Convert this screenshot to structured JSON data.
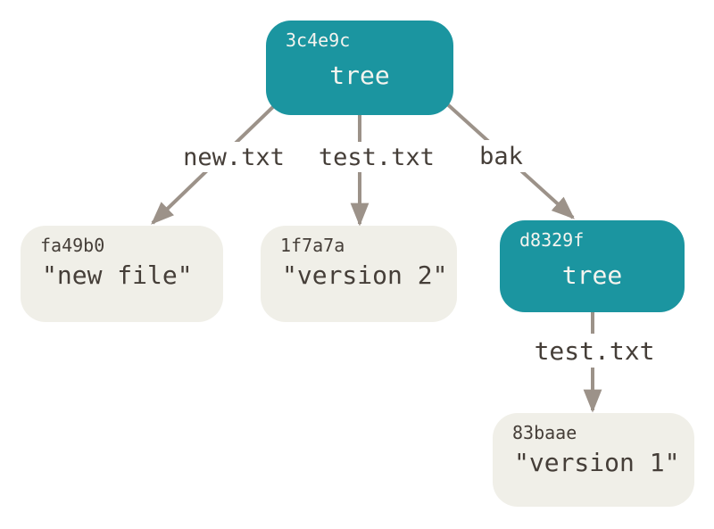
{
  "colors": {
    "tree_fill": "#1b95a0",
    "blob_fill": "#f0efe8",
    "label_bg": "#ffffff",
    "arrow": "#9c9289",
    "text_dark": "#453e38",
    "text_light": "#f5f4ef"
  },
  "nodes": [
    {
      "hash": "3c4e9c",
      "label": "tree",
      "kind": "tree"
    },
    {
      "hash": "fa49b0",
      "label": "\"new file\"",
      "kind": "blob"
    },
    {
      "hash": "1f7a7a",
      "label": "\"version 2\"",
      "kind": "blob"
    },
    {
      "hash": "d8329f",
      "label": "tree",
      "kind": "tree"
    },
    {
      "hash": "83baae",
      "label": "\"version 1\"",
      "kind": "blob"
    }
  ],
  "edge_labels": {
    "root_entries": [
      "new.txt",
      "test.txt"
    ],
    "bak": "bak",
    "subtree_entry": "test.txt"
  }
}
